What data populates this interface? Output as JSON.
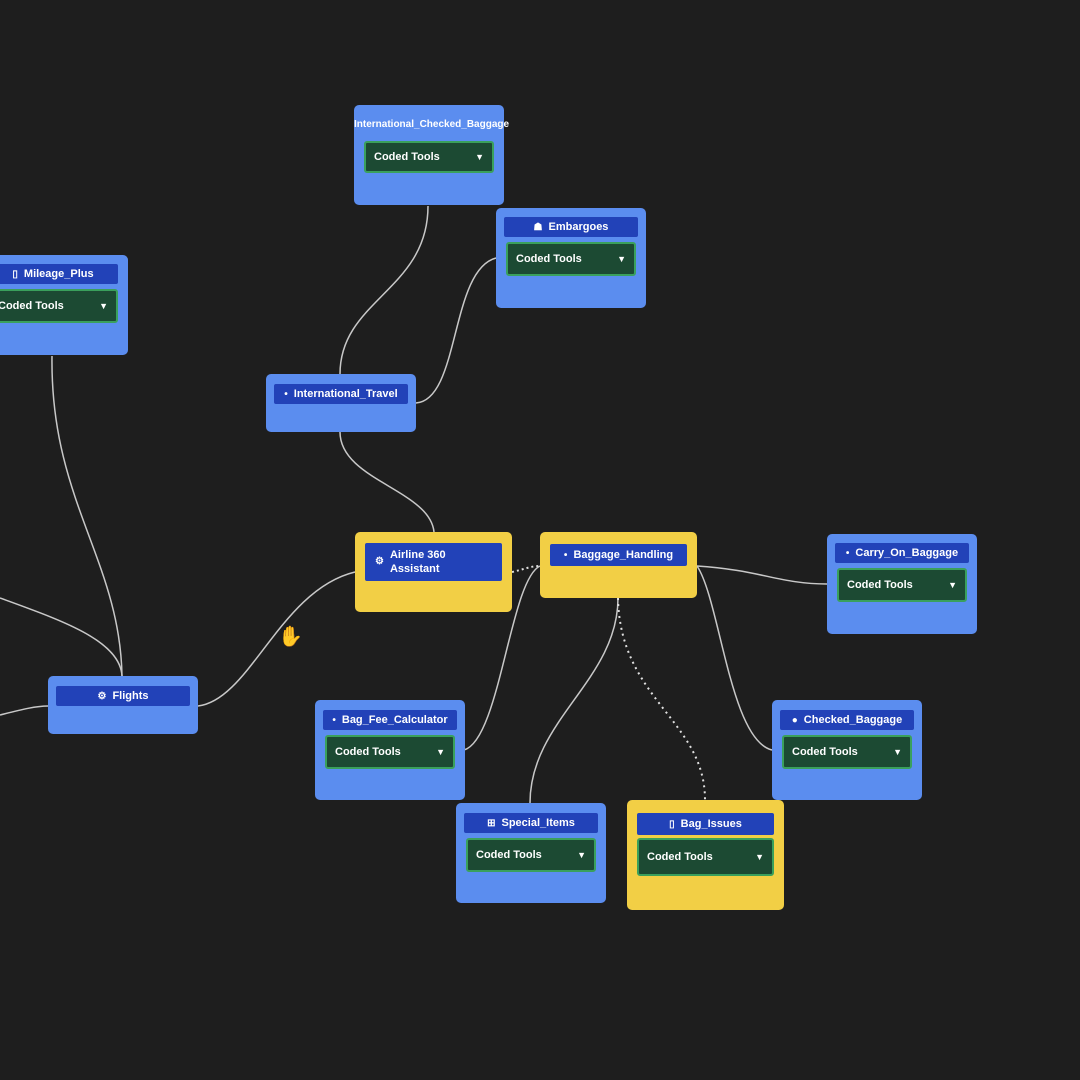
{
  "colors": {
    "background": "#1e1e1e",
    "node_blue": "#5b8def",
    "node_yellow": "#f2cf45",
    "header_blue": "#2242b8",
    "tools_green": "#1c4a33",
    "edge": "#c8c8c8"
  },
  "nodes": {
    "international_checked_baggage": {
      "title": "International_Checked_Baggage",
      "tools": "Coded Tools"
    },
    "embargoes": {
      "title": "Embargoes",
      "icon": "person-icon",
      "tools": "Coded Tools"
    },
    "mileage_plus": {
      "title": "Mileage_Plus",
      "icon": "document-icon",
      "tools": "Coded Tools"
    },
    "international_travel": {
      "title": "International_Travel",
      "icon": "dot-icon"
    },
    "airline_assistant": {
      "title": "Airline 360 Assistant",
      "icon": "gears-icon"
    },
    "baggage_handling": {
      "title": "Baggage_Handling",
      "icon": "dot-icon"
    },
    "carry_on_baggage": {
      "title": "Carry_On_Baggage",
      "icon": "dot-icon",
      "tools": "Coded Tools"
    },
    "flights": {
      "title": "Flights",
      "icon": "gears-icon"
    },
    "bag_fee_calculator": {
      "title": "Bag_Fee_Calculator",
      "icon": "dot-icon",
      "tools": "Coded Tools"
    },
    "checked_baggage": {
      "title": "Checked_Baggage",
      "icon": "dot-icon",
      "tools": "Coded Tools"
    },
    "special_items": {
      "title": "Special_Items",
      "icon": "hierarchy-icon",
      "tools": "Coded Tools"
    },
    "bag_issues": {
      "title": "Bag_Issues",
      "icon": "document-icon",
      "tools": "Coded Tools"
    }
  }
}
